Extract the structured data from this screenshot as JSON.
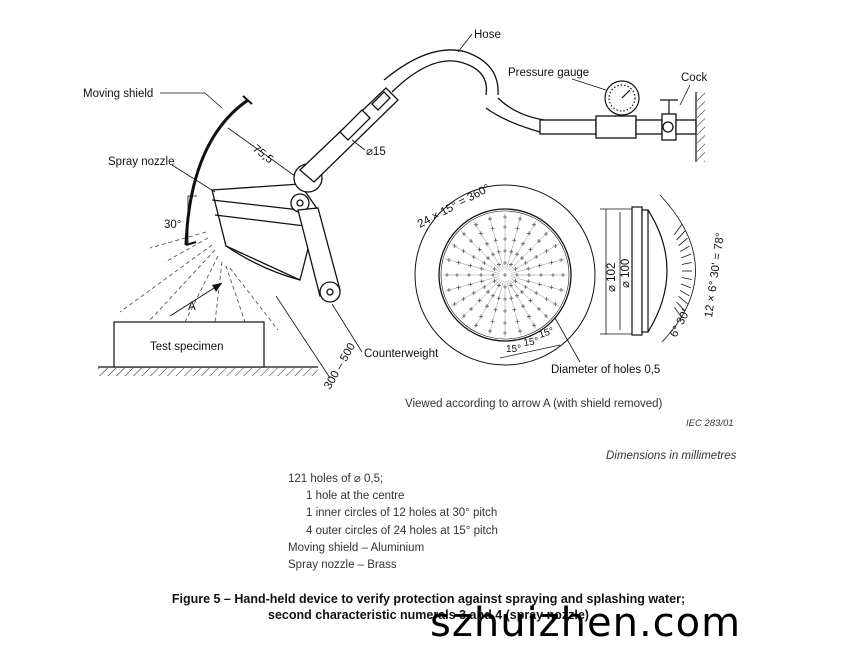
{
  "labels": {
    "hose": "Hose",
    "pressure_gauge": "Pressure gauge",
    "cock": "Cock",
    "moving_shield": "Moving shield",
    "spray_nozzle": "Spray nozzle",
    "dim_75_5": "75,5",
    "dim_15": "⌀15",
    "angle_30": "30°",
    "arrow_a": "A",
    "test_specimen": "Test specimen",
    "counterweight": "Counterweight",
    "dim_300_500": "300 – 500",
    "arc_24x15": "24 × 15° = 360°",
    "dia_102": "⌀ 102",
    "dia_100": "⌀ 100",
    "arc_12x6": "12 × 6° 30' = 78°",
    "angle_6_30": "6° 30'",
    "pitch_15_a": "15°",
    "pitch_15_b": "15°",
    "pitch_15_c": "15°",
    "hole_diameter": "Diameter of holes 0,5",
    "viewed_note": "Viewed according to arrow A (with shield removed)",
    "iec_ref": "IEC   283/01",
    "dimensions_note": "Dimensions in millimetres"
  },
  "notes": {
    "line1": "121 holes of ⌀ 0,5;",
    "line2": "1 hole at the centre",
    "line3": "1 inner circles of 12 holes at 30° pitch",
    "line4": "4 outer circles of 24 holes at 15° pitch",
    "line5": "Moving shield – Aluminium",
    "line6": "Spray nozzle – Brass"
  },
  "caption": {
    "line1": "Figure 5 – Hand-held device to verify protection against spraying and splashing water;",
    "line2": "second characteristic numerals 3 and 4 (spray nozzle)"
  },
  "watermark": "szhuizhen.com"
}
